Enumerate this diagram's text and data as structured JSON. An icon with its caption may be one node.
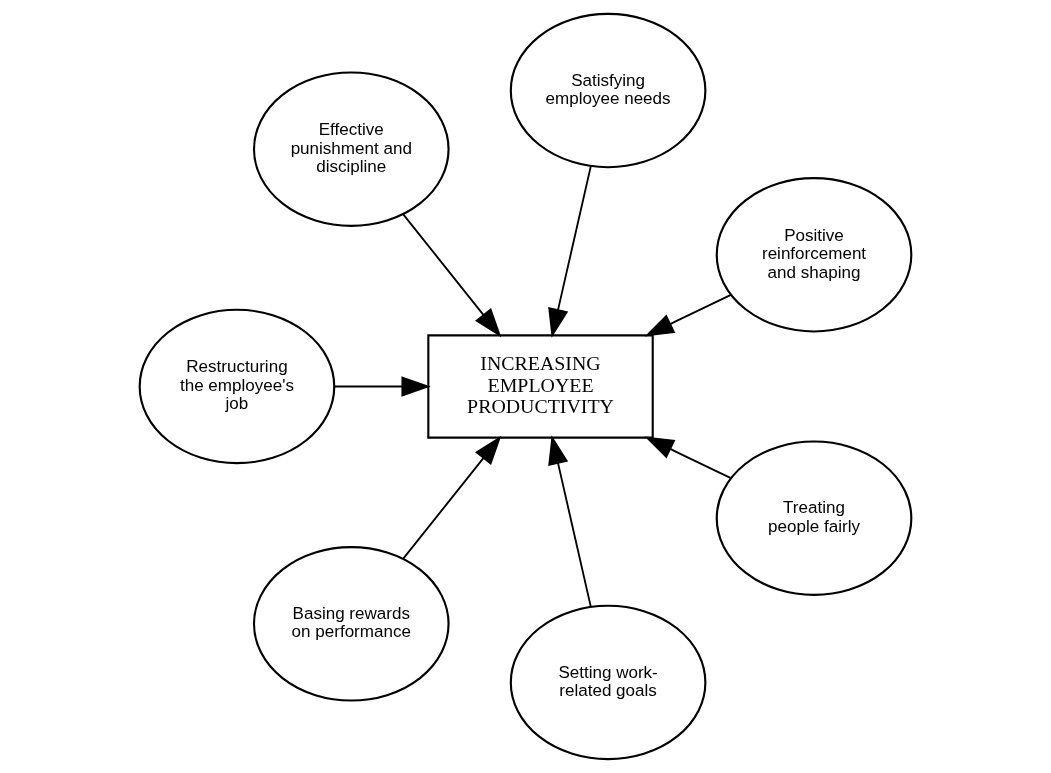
{
  "diagram": {
    "nodes": [
      {
        "text": [
          "INCREASING EMPLOYEE PRODUCTIVITY"
        ]
      },
      {
        "text": [
          "Positive reinforcement and shaping"
        ]
      },
      {
        "text": [
          "Satisfying employee needs"
        ]
      },
      {
        "text": [
          "Effective punishment and discipline"
        ]
      },
      {
        "text": [
          "Restructuring the employee's job"
        ]
      },
      {
        "text": [
          "Basing rewards on performance"
        ]
      },
      {
        "text": [
          "Setting work-related goals"
        ]
      },
      {
        "text": [
          "Treating people fairly"
        ]
      }
    ],
    "edges": [
      {
        "from": 1,
        "to": 0,
        "arrow": "to"
      },
      {
        "from": 2,
        "to": 0,
        "arrow": "to"
      },
      {
        "from": 4,
        "to": 0,
        "arrow": "to"
      },
      {
        "from": 6,
        "to": 0,
        "arrow": "to"
      },
      {
        "from": 7,
        "to": 0,
        "arrow": "to"
      },
      {
        "from": 5,
        "to": 0,
        "arrow": "to"
      },
      {
        "from": 3,
        "to": 0,
        "arrow": "to"
      }
    ]
  }
}
